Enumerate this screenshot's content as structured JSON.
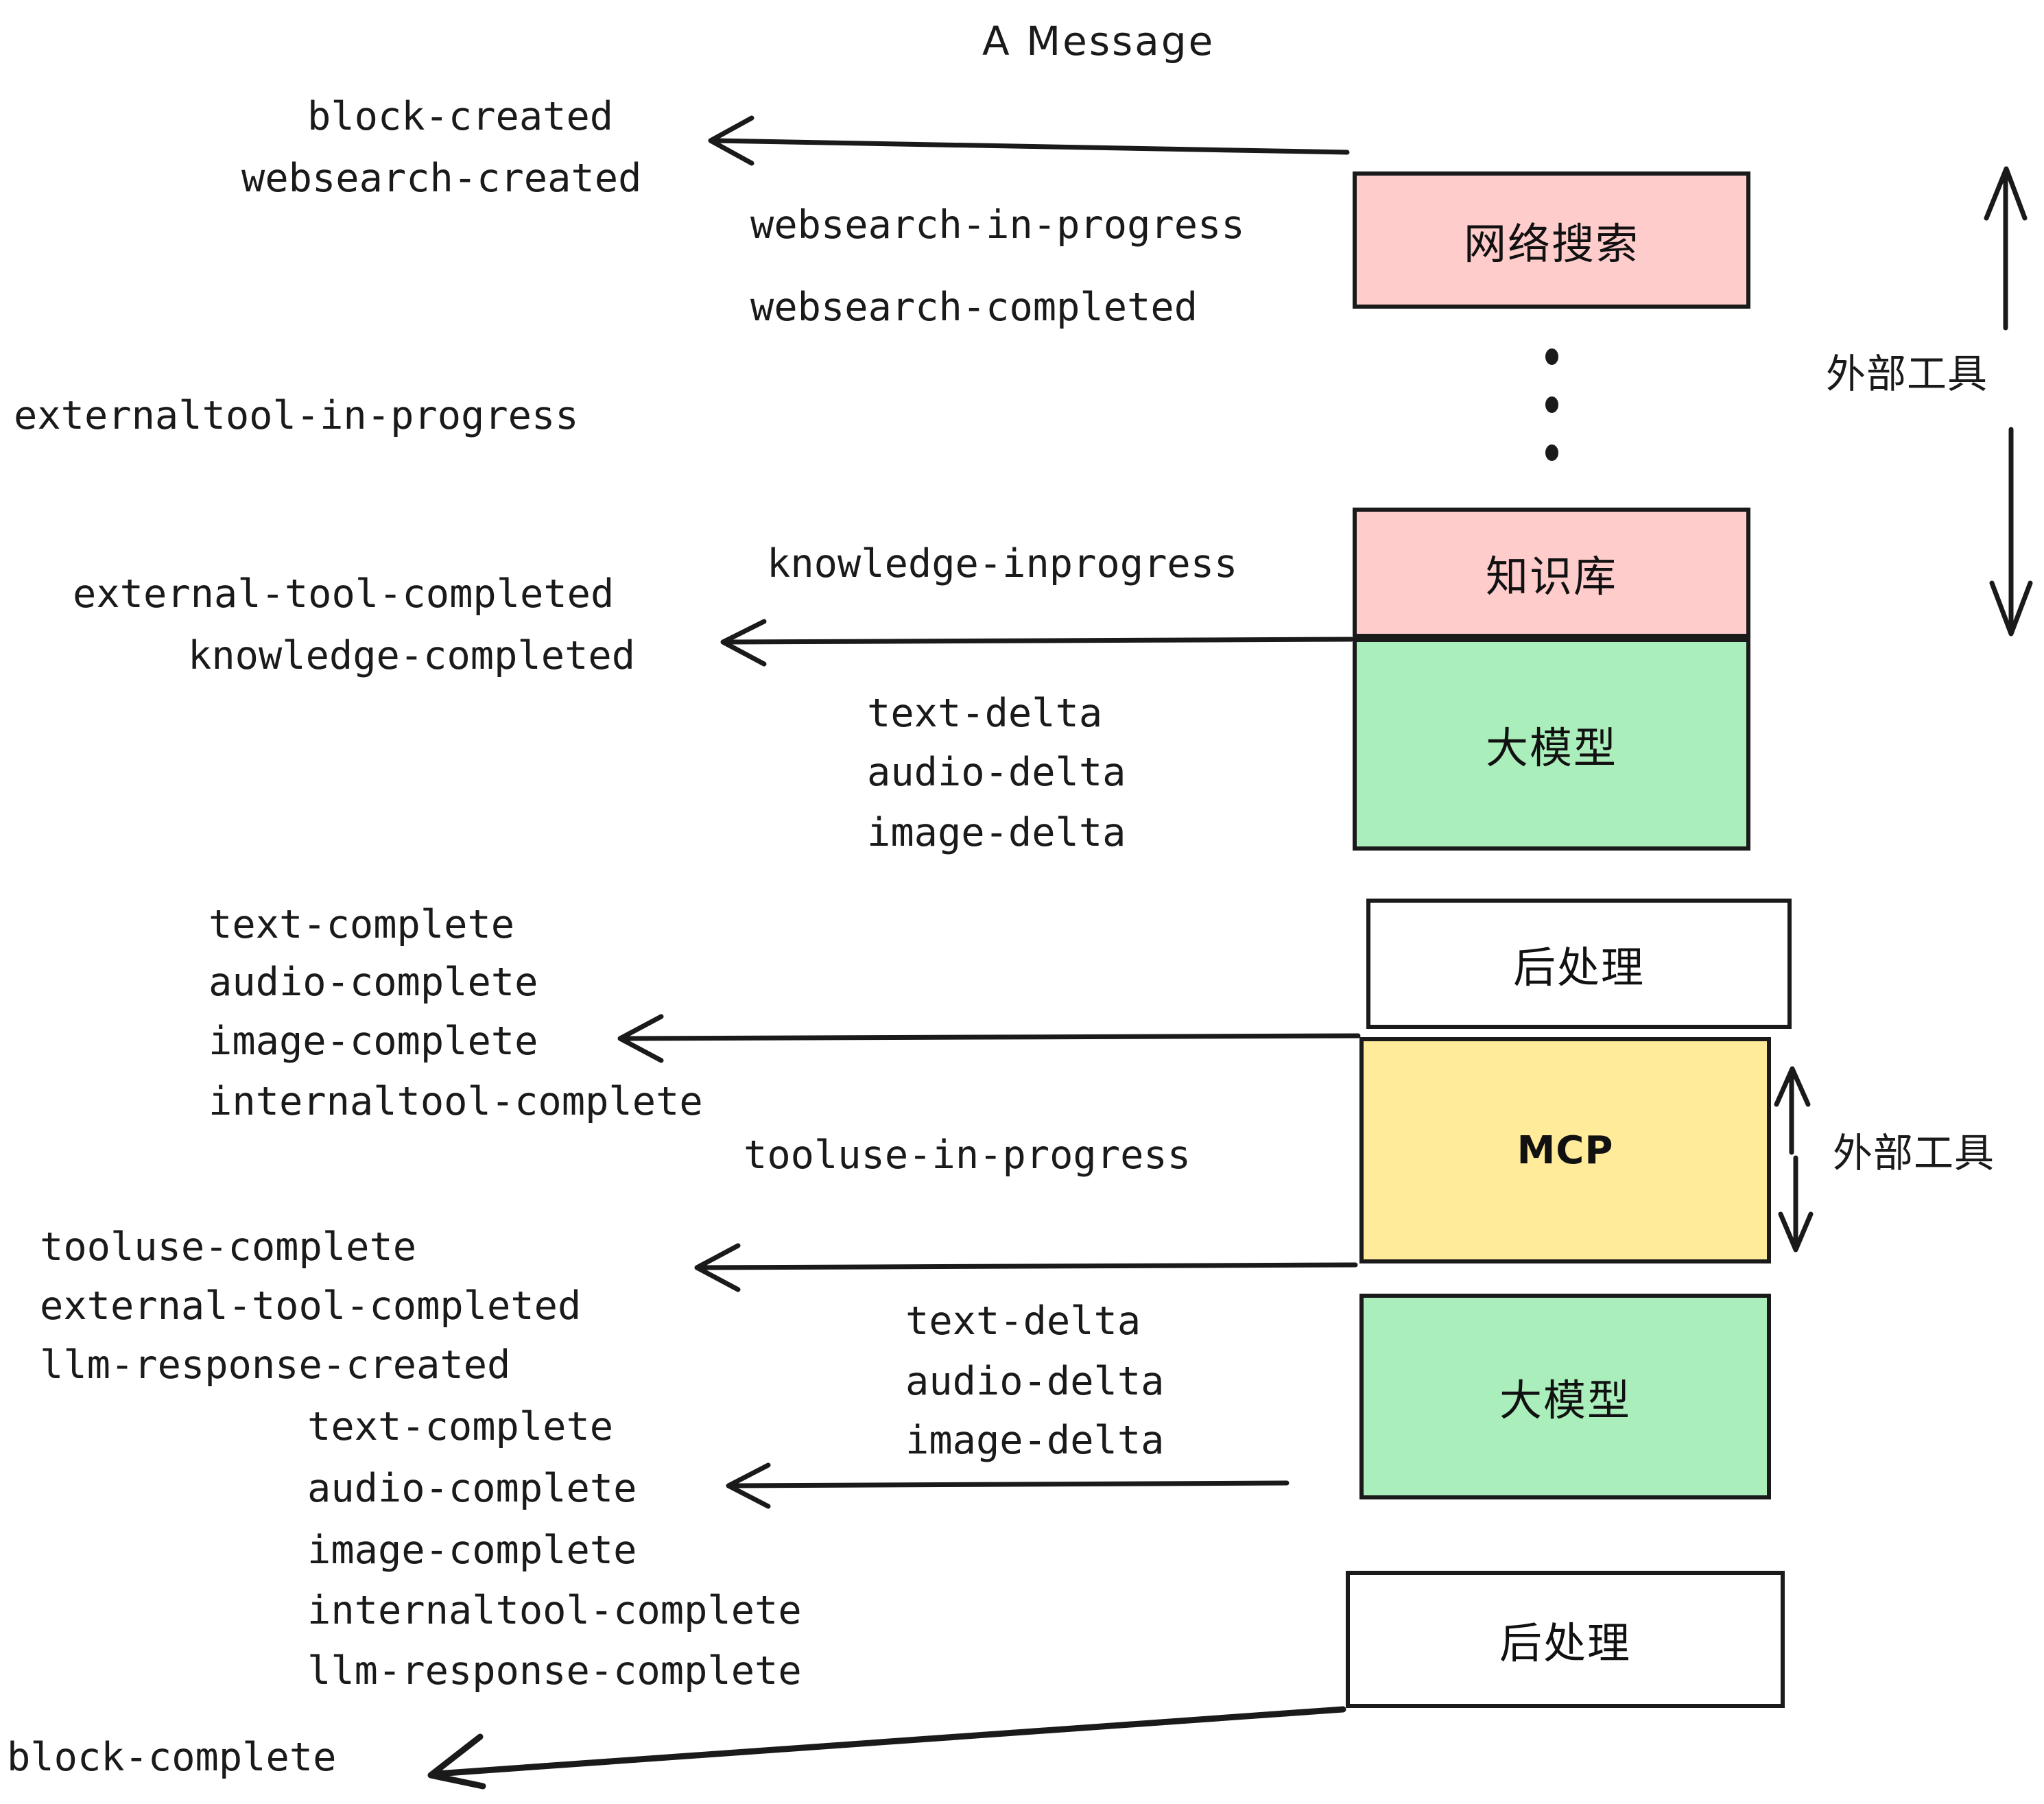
{
  "title": "A Message",
  "boxes": [
    {
      "id": "websearch",
      "label": "网络搜索",
      "color": "#FFCCCC"
    },
    {
      "id": "knowledge",
      "label": "知识库",
      "color": "#FFCCCC"
    },
    {
      "id": "llm-1",
      "label": "大模型",
      "color": "#AAEEBB"
    },
    {
      "id": "postprocess-1",
      "label": "后处理",
      "color": "#FFFFFF"
    },
    {
      "id": "mcp",
      "label": "MCP",
      "color": "#FFEB99"
    },
    {
      "id": "llm-2",
      "label": "大模型",
      "color": "#AAEEBB"
    },
    {
      "id": "postprocess-2",
      "label": "后处理",
      "color": "#FFFFFF"
    }
  ],
  "side_labels": {
    "external_tool_top": "外部工具",
    "external_tool_bottom": "外部工具"
  },
  "events": {
    "block_created": "block-created",
    "websearch_created": "websearch-created",
    "websearch_in_progress": "websearch-in-progress",
    "websearch_completed": "websearch-completed",
    "externaltool_in_progress": "externaltool-in-progress",
    "knowledge_inprogress": "knowledge-inprogress",
    "external_tool_completed_1": "external-tool-completed",
    "knowledge_completed": "knowledge-completed",
    "text_delta_1": "text-delta",
    "audio_delta_1": "audio-delta",
    "image_delta_1": "image-delta",
    "text_complete_1": "text-complete",
    "audio_complete_1": "audio-complete",
    "image_complete_1": "image-complete",
    "internaltool_complete_1": "internaltool-complete",
    "tooluse_in_progress": "tooluse-in-progress",
    "tooluse_complete": "tooluse-complete",
    "external_tool_completed_2": "external-tool-completed",
    "llm_response_created": "llm-response-created",
    "text_delta_2": "text-delta",
    "audio_delta_2": "audio-delta",
    "image_delta_2": "image-delta",
    "text_complete_2": "text-complete",
    "audio_complete_2": "audio-complete",
    "image_complete_2": "image-complete",
    "internaltool_complete_2": "internaltool-complete",
    "llm_response_complete": "llm-response-complete",
    "block_complete": "block-complete"
  },
  "colors": {
    "pink": "#FFCCCC",
    "green": "#AAEEBB",
    "yellow": "#FFEB99",
    "white": "#FFFFFF",
    "stroke": "#1a1a1a"
  }
}
